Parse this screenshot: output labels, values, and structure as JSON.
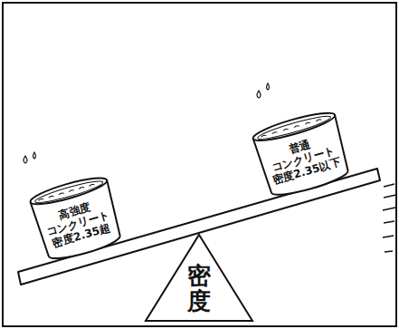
{
  "diagram": {
    "nodes": [
      {
        "text": [
          "高強度 コンクリート 密度2.35超"
        ]
      },
      {
        "text": [
          "普通 コンクリート 密度2.35以下"
        ]
      },
      {
        "text": [
          "密度"
        ]
      }
    ]
  }
}
